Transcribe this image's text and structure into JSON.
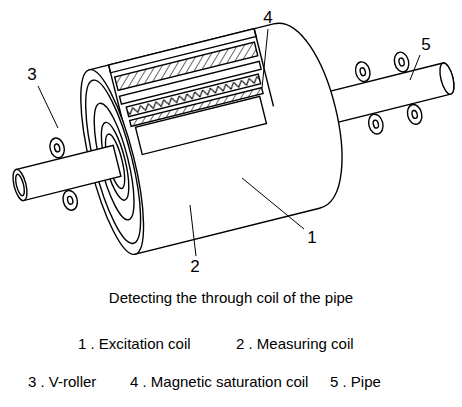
{
  "diagram": {
    "caption": "Detecting the through coil of the pipe",
    "labels": [
      "4",
      "5",
      "3",
      "1",
      "2",
      "1 . Excitation coil",
      "2 . Measuring coil",
      "3 . V-roller",
      "4 . Magnetic saturation coil",
      "5 . Pipe"
    ]
  }
}
